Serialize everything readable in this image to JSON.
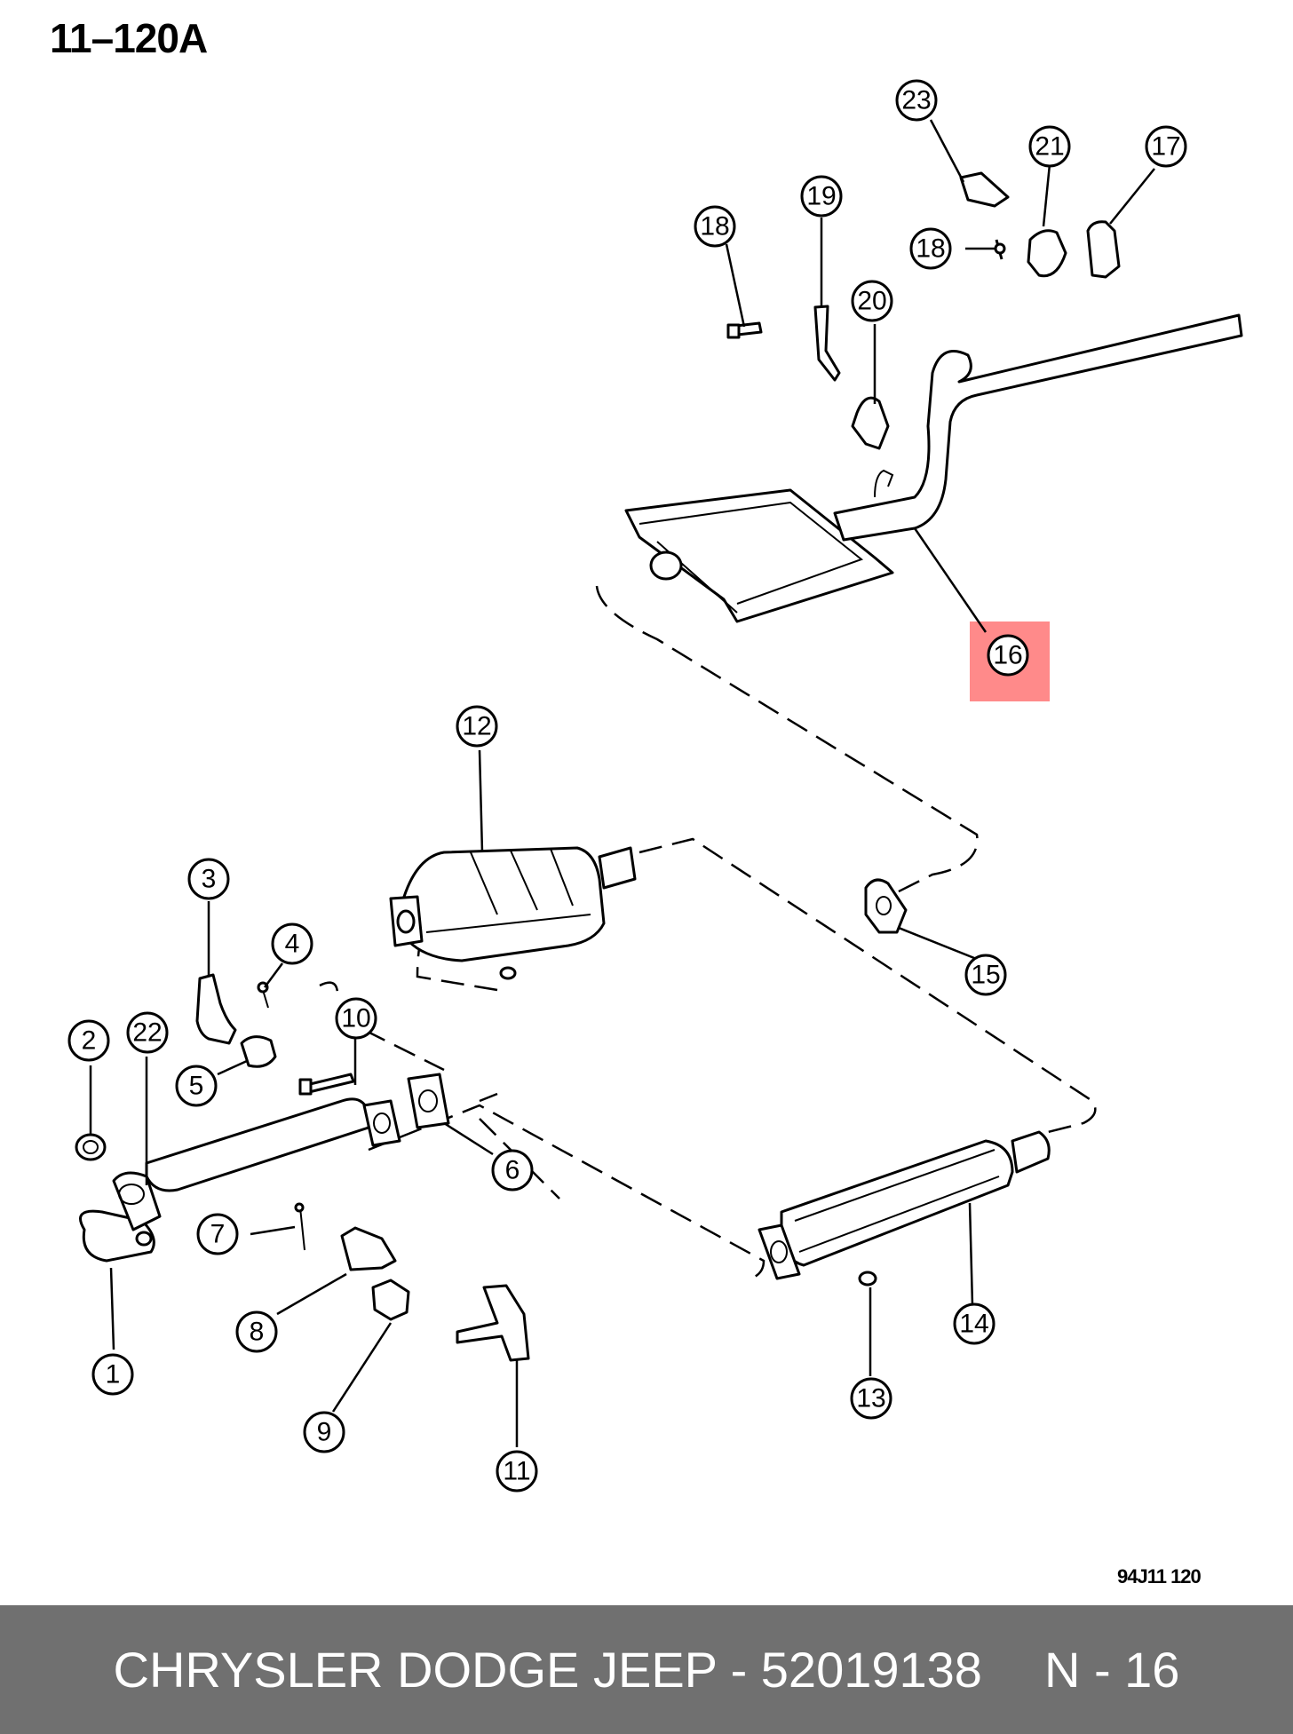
{
  "header": {
    "page_code": "11–120A"
  },
  "figure_ref": "94J11  120",
  "callouts": [
    "23",
    "21",
    "17",
    "18",
    "19",
    "18",
    "20",
    "16",
    "12",
    "3",
    "4",
    "15",
    "10",
    "2",
    "22",
    "5",
    "6",
    "7",
    "14",
    "8",
    "1",
    "13",
    "9",
    "11"
  ],
  "highlight": {
    "part": "16",
    "color": "#ff8a8a"
  },
  "footer": {
    "brand": "CHRYSLER DODGE JEEP - 52019138",
    "page": "N - 16"
  }
}
